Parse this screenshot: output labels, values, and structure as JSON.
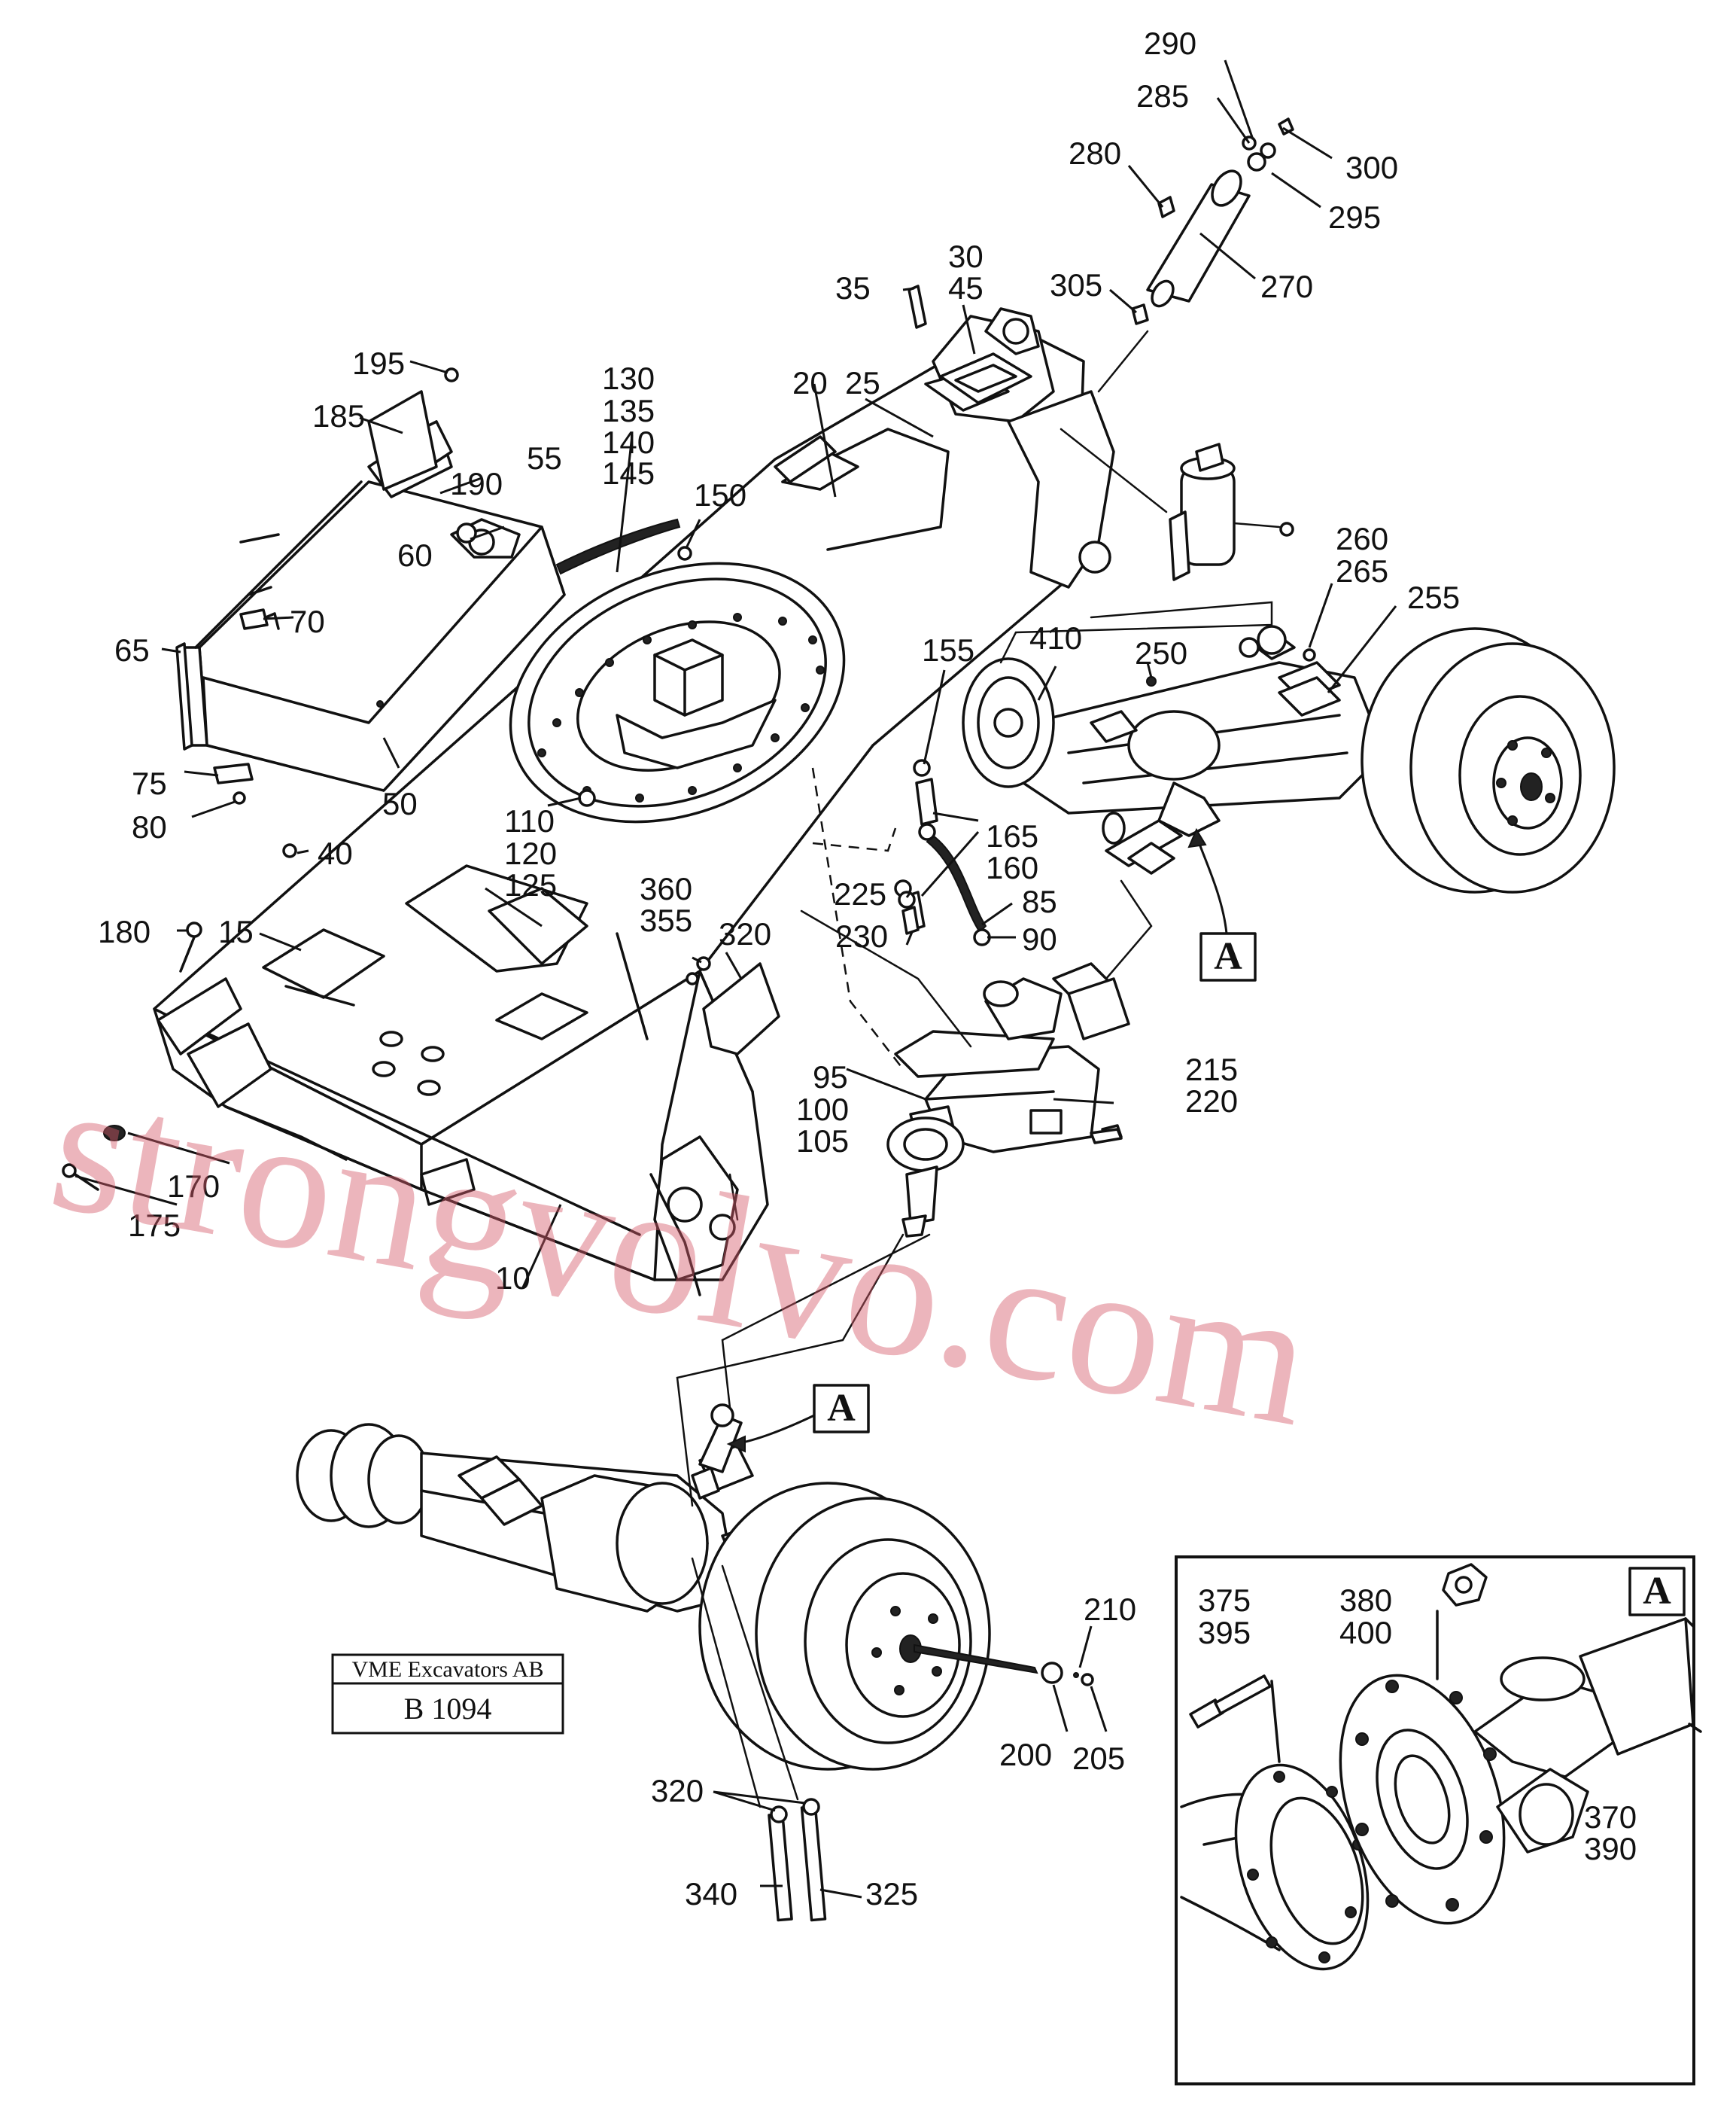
{
  "title_block": {
    "company": "VME Excavators AB",
    "code": "B 1094"
  },
  "detail_marker": "A",
  "watermark": "strongvolvo.com",
  "callouts": {
    "c290": "290",
    "c285": "285",
    "c300": "300",
    "c295": "295",
    "c280": "280",
    "c270": "270",
    "c305": "305",
    "c30": "30",
    "c45": "45",
    "c35": "35",
    "c195": "195",
    "c185": "185",
    "c130": "130",
    "c135": "135",
    "c140": "140",
    "c145": "145",
    "c20": "20",
    "c25": "25",
    "c55": "55",
    "c190": "190",
    "c150": "150",
    "c60": "60",
    "c70": "70",
    "c65": "65",
    "c260": "260",
    "c265": "265",
    "c255": "255",
    "c410": "410",
    "c250": "250",
    "c155": "155",
    "c50": "50",
    "c75": "75",
    "c80": "80",
    "c110": "110",
    "c120": "120",
    "c125": "125",
    "c165": "165",
    "c160": "160",
    "c40": "40",
    "c225": "225",
    "c85": "85",
    "c360": "360",
    "c355": "355",
    "c230": "230",
    "c90": "90",
    "c180": "180",
    "c15": "15",
    "c320a": "320",
    "c95": "95",
    "c100": "100",
    "c105": "105",
    "c215": "215",
    "c220": "220",
    "c170": "170",
    "c175": "175",
    "c10": "10",
    "c210": "210",
    "c375": "375",
    "c395": "395",
    "c380": "380",
    "c400": "400",
    "c200": "200",
    "c205": "205",
    "c320b": "320",
    "c340": "340",
    "c325": "325",
    "c370": "370",
    "c390": "390"
  }
}
